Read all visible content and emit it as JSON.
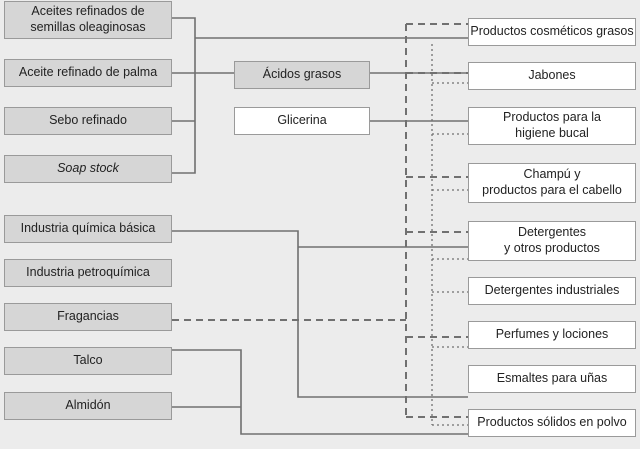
{
  "sources": [
    {
      "id": "s1",
      "label": "Aceites refinados de\nsemillas oleaginosas",
      "italic": false
    },
    {
      "id": "s2",
      "label": "Aceite refinado de palma",
      "italic": false
    },
    {
      "id": "s3",
      "label": "Sebo refinado",
      "italic": false
    },
    {
      "id": "s4",
      "label": "Soap stock",
      "italic": true
    },
    {
      "id": "s5",
      "label": "Industria química básica",
      "italic": false
    },
    {
      "id": "s6",
      "label": "Industria petroquímica",
      "italic": false
    },
    {
      "id": "s7",
      "label": "Fragancias",
      "italic": false
    },
    {
      "id": "s8",
      "label": "Talco",
      "italic": false
    },
    {
      "id": "s9",
      "label": "Almidón",
      "italic": false
    }
  ],
  "intermediates": [
    {
      "id": "m1",
      "label": "Ácidos grasos"
    },
    {
      "id": "m2",
      "label": "Glicerina"
    }
  ],
  "outputs": [
    {
      "id": "o1",
      "label": "Productos cosméticos grasos"
    },
    {
      "id": "o2",
      "label": "Jabones"
    },
    {
      "id": "o3",
      "label": "Productos para la\nhigiene bucal"
    },
    {
      "id": "o4",
      "label": "Champú y\nproductos para el cabello"
    },
    {
      "id": "o5",
      "label": "Detergentes\ny otros productos"
    },
    {
      "id": "o6",
      "label": "Detergentes industriales"
    },
    {
      "id": "o7",
      "label": "Perfumes y lociones"
    },
    {
      "id": "o8",
      "label": "Esmaltes para uñas"
    },
    {
      "id": "o9",
      "label": "Productos sólidos en polvo"
    }
  ],
  "colors": {
    "background": "#ececec",
    "source_fill": "#d6d6d6",
    "output_fill": "#ffffff",
    "line": "#707070"
  }
}
